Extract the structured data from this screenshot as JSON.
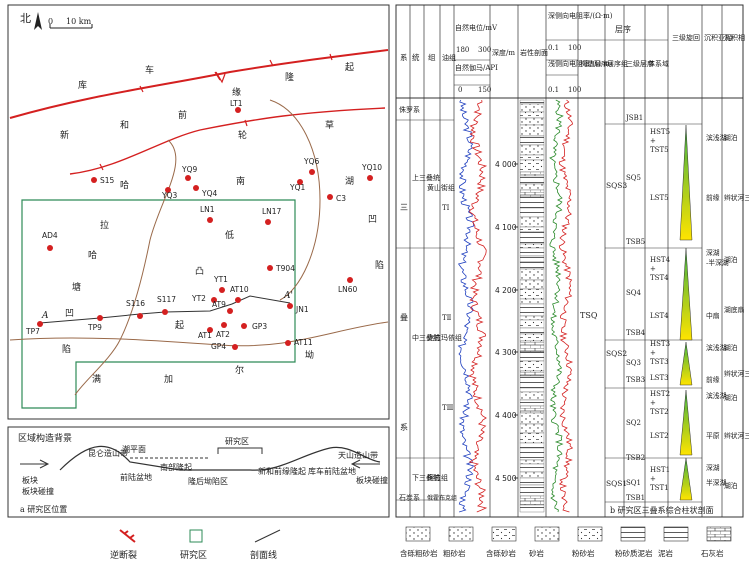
{
  "map": {
    "north": "北",
    "scale": {
      "zero": "0",
      "end": "10 km"
    },
    "regions": [
      "库",
      "车",
      "隆",
      "起",
      "新",
      "和",
      "前",
      "缘",
      "轮",
      "草",
      "哈",
      "南",
      "湖",
      "拉",
      "低",
      "凹",
      "哈",
      "凸",
      "陷",
      "塘",
      "凹",
      "起",
      "陷",
      "满",
      "加",
      "尔",
      "坳"
    ],
    "wells": [
      {
        "name": "LT1"
      },
      {
        "name": "YQ6"
      },
      {
        "name": "YQ10"
      },
      {
        "name": "S15"
      },
      {
        "name": "YQ9"
      },
      {
        "name": "YQ3"
      },
      {
        "name": "YQ4"
      },
      {
        "name": "YQ1"
      },
      {
        "name": "C3"
      },
      {
        "name": "LN1"
      },
      {
        "name": "LN17"
      },
      {
        "name": "AD4"
      },
      {
        "name": "T904"
      },
      {
        "name": "LN60"
      },
      {
        "name": "YT1"
      },
      {
        "name": "YT2"
      },
      {
        "name": "AT10"
      },
      {
        "name": "AT9"
      },
      {
        "name": "S116"
      },
      {
        "name": "S117"
      },
      {
        "name": "TP7"
      },
      {
        "name": "TP9"
      },
      {
        "name": "JN1"
      },
      {
        "name": "GP3"
      },
      {
        "name": "AT1"
      },
      {
        "name": "AT2"
      },
      {
        "name": "GP4"
      },
      {
        "name": "AT11"
      }
    ],
    "section_ends": [
      "A",
      "A'"
    ]
  },
  "tectonic": {
    "title": "区域构造背景",
    "labels": [
      "昆仑造山带",
      "潮平面",
      "研究区",
      "南部隆起",
      "前陆盆地",
      "隆后坳陷区",
      "新和前缘隆起",
      "库车前陆盆地",
      "天山造山带",
      "板块碰撞",
      "板块碰撞"
    ]
  },
  "legend": [
    {
      "label": "逆断裂",
      "icon": "fault-icon"
    },
    {
      "label": "研究区",
      "icon": "study-area-icon"
    },
    {
      "label": "剖面线",
      "icon": "section-line-icon"
    }
  ],
  "caption_a": "a 研究区位置",
  "column": {
    "headers": [
      "系",
      "统",
      "组",
      "油组",
      "自然电位/mV",
      "180",
      "300",
      "自然伽马/API",
      "0",
      "150",
      "深度/m",
      "岩性剖面",
      "深侧向电阻率/(Ω·m)",
      "0.1",
      "100",
      "浅侧向电阻率/(Ω·m)",
      "0.1",
      "100",
      "层序",
      "构造层序",
      "层序组",
      "三级层序",
      "体系域",
      "三级旋回",
      "沉积亚相",
      "沉积相"
    ],
    "systems": [
      "侏罗系",
      "三",
      "叠",
      "系",
      "石炭系"
    ],
    "series": [
      "上三叠统",
      "中三叠统",
      "下三叠统"
    ],
    "formations": [
      "黄山街组",
      "克拉玛依组",
      "柯拉组",
      "俄霍布克组"
    ],
    "oil_groups": [
      "TⅠ",
      "TⅡ",
      "TⅢ"
    ],
    "depths": [
      "4 000",
      "4 100",
      "4 200",
      "4 300",
      "4 400",
      "4 500"
    ],
    "tectonic_sequence": "TSQ",
    "sequence_sets": [
      "SQS3",
      "SQS2",
      "SQS1"
    ],
    "sequences": [
      "JSB1",
      "SQ5",
      "TSB5",
      "SQ4",
      "TSB4",
      "SQ3",
      "TSB3",
      "SQ2",
      "TSB2",
      "SQ1",
      "TSB1"
    ],
    "tracts": [
      "HST5",
      "+",
      "TST5",
      "LST5",
      "HST4",
      "+",
      "TST4",
      "LST4",
      "HST3",
      "+",
      "TST3",
      "LST3",
      "HST2",
      "+",
      "TST2",
      "LST2",
      "HST1",
      "+",
      "TST1"
    ],
    "subfacies": [
      "滨浅湖",
      "前缘",
      "深湖",
      "-半深湖",
      "中扇",
      "滨浅湖",
      "前缘",
      "滨浅湖",
      "平原",
      "深湖",
      "半深湖"
    ],
    "facies": [
      "湖泊",
      "辫状河三角洲",
      "湖泊",
      "湖底扇",
      "湖泊",
      "辫状河三角洲",
      "湖泊",
      "辫状河三角洲",
      "湖泊"
    ]
  },
  "caption_b": "b 研究区三叠系综合柱状剖面",
  "lith_legend": [
    {
      "label": "含砾粗砂岩",
      "icon": "pebbly-coarse-sandstone-icon"
    },
    {
      "label": "粗砂岩",
      "icon": "coarse-sandstone-icon"
    },
    {
      "label": "含砾砂岩",
      "icon": "pebbly-sandstone-icon"
    },
    {
      "label": "砂岩",
      "icon": "sandstone-icon"
    },
    {
      "label": "粉砂岩",
      "icon": "siltstone-icon"
    },
    {
      "label": "粉砂质泥岩",
      "icon": "silty-mudstone-icon"
    },
    {
      "label": "泥岩",
      "icon": "mudstone-icon"
    },
    {
      "label": "石灰岩",
      "icon": "limestone-icon"
    }
  ],
  "colors": {
    "fault": "#d42020",
    "well": "#d42020",
    "study_area": "#2e8b57",
    "boundary": "#9a6a4a",
    "sp_curve": "#1f3fbf",
    "gr_curve": "#d42020",
    "cycle_green": "#3cb043",
    "cycle_yellow": "#ffe400"
  }
}
